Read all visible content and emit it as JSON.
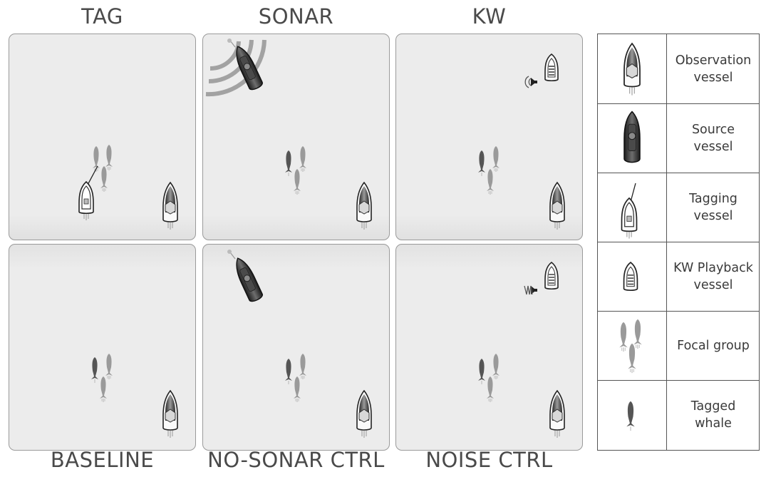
{
  "columns": [
    "TAG",
    "SONAR",
    "KW"
  ],
  "rows_bottom": [
    "BASELINE",
    "NO-SONAR CTRL",
    "NOISE CTRL"
  ],
  "legend": [
    {
      "icon": "observation-vessel-icon",
      "label": "Observation\nvessel"
    },
    {
      "icon": "source-vessel-icon",
      "label": "Source\nvessel"
    },
    {
      "icon": "tagging-vessel-icon",
      "label": "Tagging\nvessel"
    },
    {
      "icon": "kw-playback-vessel-icon",
      "label": "KW Playback\nvessel"
    },
    {
      "icon": "focal-group-icon",
      "label": "Focal group"
    },
    {
      "icon": "tagged-whale-icon",
      "label": "Tagged\nwhale"
    }
  ],
  "colors": {
    "panel_bg": "#ececec",
    "whale_light": "#9a9a9a",
    "whale_dark": "#555555",
    "vessel_dark": "#3c3c3c"
  }
}
